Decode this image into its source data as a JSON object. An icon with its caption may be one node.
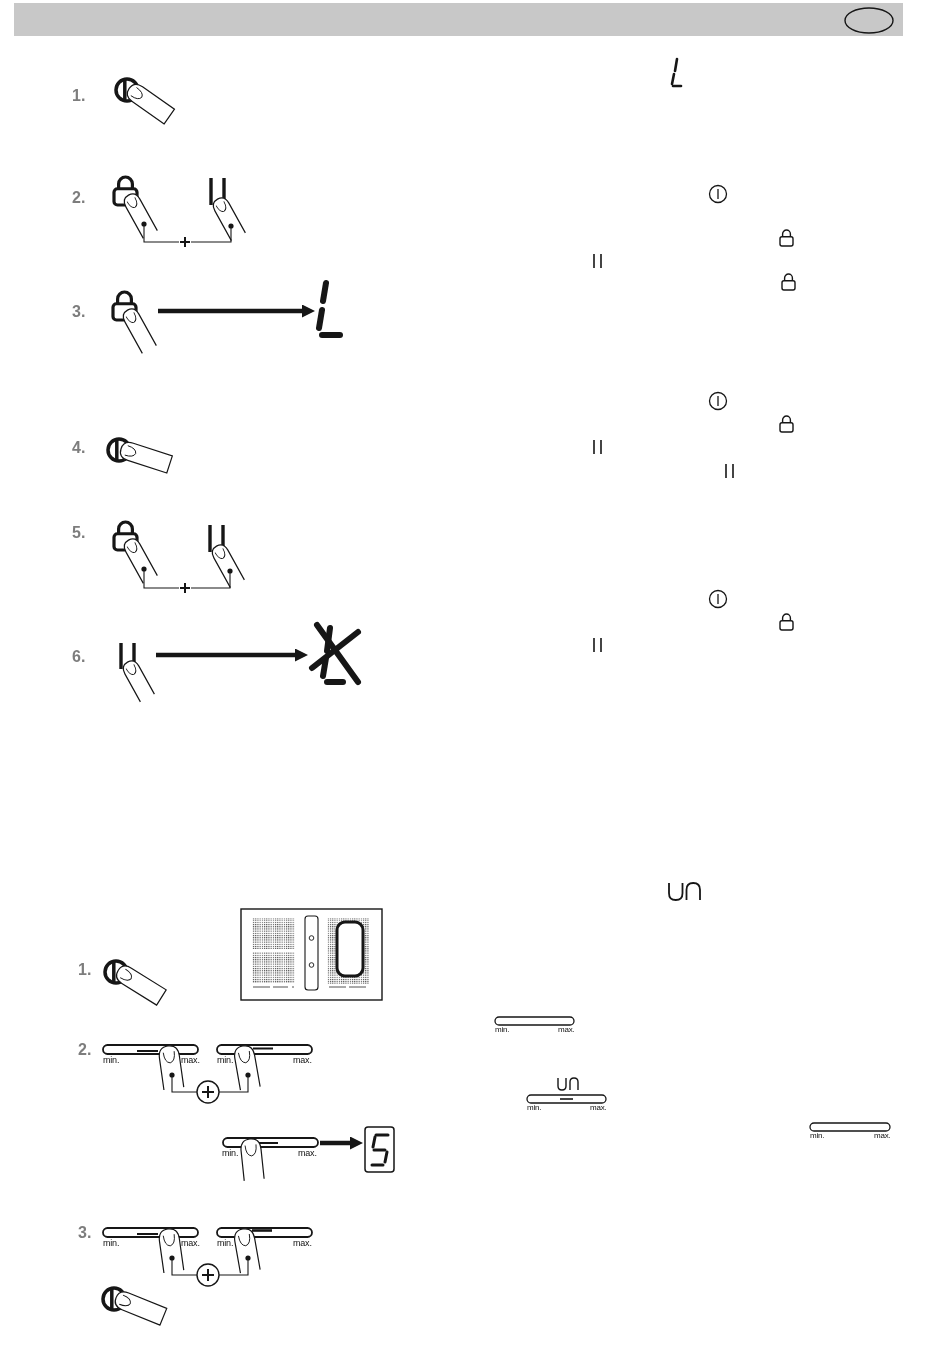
{
  "diagram": {
    "nodes": [
      {
        "text": [],
        "shape": "picture"
      },
      {
        "text": [],
        "shape": "picture"
      },
      {
        "text": [],
        "shape": "picture"
      },
      {
        "text": [],
        "shape": "picture"
      },
      {
        "text": [],
        "shape": "picture"
      },
      {
        "text": [],
        "shape": "picture"
      }
    ],
    "edges": [
      {
        "from": 0,
        "to": 1,
        "arrow": "to"
      },
      {
        "from": 2,
        "to": 3,
        "arrow": "to"
      },
      {
        "from": 4,
        "to": 5,
        "arrow": "to"
      }
    ],
    "labels": [
      "1.",
      "2.",
      "3.",
      "4.",
      "5.",
      "6.",
      "1.",
      "2.",
      "min.",
      "max.",
      "min.",
      "max.",
      "min.",
      "max.",
      "3.",
      "min.",
      "max.",
      "min.",
      "max.",
      "min.",
      "max.",
      "min.",
      "max.",
      "min.",
      "max."
    ]
  }
}
